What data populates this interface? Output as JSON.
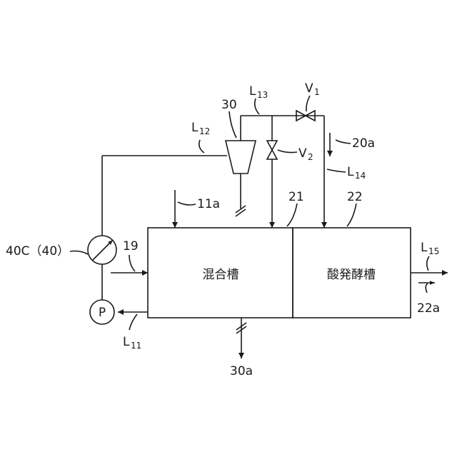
{
  "tanks": {
    "mixing": "混合槽",
    "fermentation": "酸発酵槽"
  },
  "labels": {
    "l11": "L",
    "l11_sub": "11",
    "l12": "L",
    "l12_sub": "12",
    "l13": "L",
    "l13_sub": "13",
    "l14": "L",
    "l14_sub": "14",
    "l15": "L",
    "l15_sub": "15",
    "v1": "V",
    "v1_sub": "1",
    "v2": "V",
    "v2_sub": "2",
    "ref_30": "30",
    "ref_20a": "20a",
    "ref_11a": "11a",
    "ref_21": "21",
    "ref_22": "22",
    "ref_19": "19",
    "ref_22a": "22a",
    "ref_30a": "30a",
    "ref_40c": "40C（40）",
    "pump": "P"
  }
}
